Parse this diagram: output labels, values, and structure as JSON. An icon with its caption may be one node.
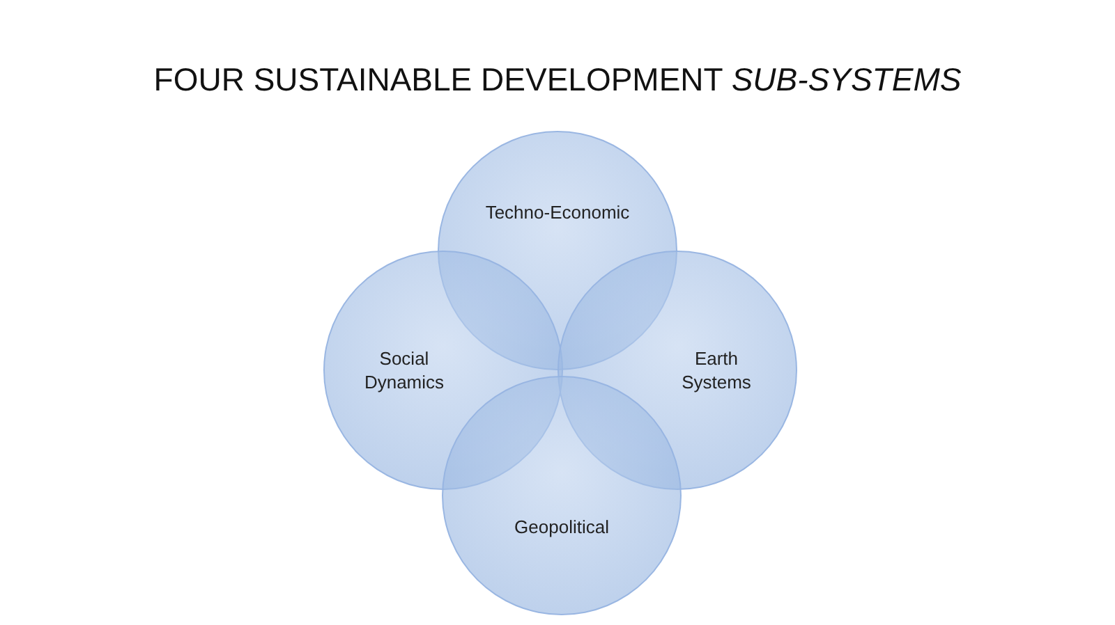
{
  "diagram": {
    "title": "FOUR SUSTAINABLE DEVELOPMENT *SUB-SYSTEMS*",
    "nodes": [
      {
        "text": [
          "Techno-Economic"
        ]
      },
      {
        "text": [
          "Social Dynamics"
        ]
      },
      {
        "text": [
          "Earth Systems"
        ]
      },
      {
        "text": [
          "Geopolitical"
        ]
      }
    ]
  }
}
